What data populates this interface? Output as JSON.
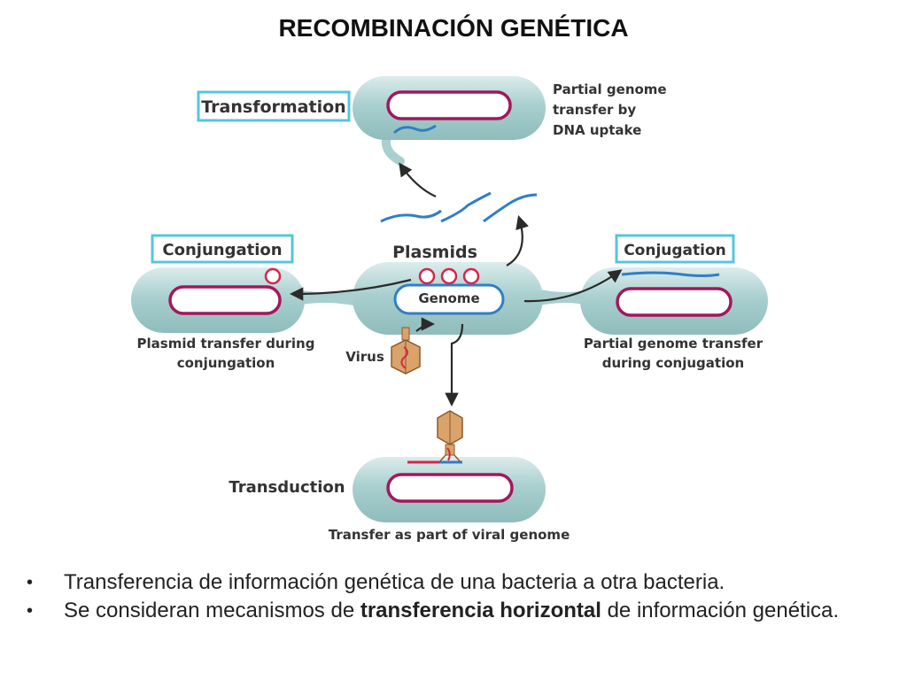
{
  "title": "RECOMBINACIÓN GENÉTICA",
  "diagram": {
    "boxes": {
      "transformation": "Transformation",
      "conjungation": "Conjungation",
      "conjugation": "Conjugation"
    },
    "labels": {
      "plasmids": "Plasmids",
      "genome": "Genome",
      "virus": "Virus",
      "transduction": "Transduction",
      "transformation_desc_1": "Partial genome",
      "transformation_desc_2": "transfer by",
      "transformation_desc_3": "DNA uptake",
      "plasmid_transfer_1": "Plasmid transfer during",
      "plasmid_transfer_2": "conjungation",
      "partial_conj_1": "Partial genome transfer",
      "partial_conj_2": "during conjugation",
      "transduction_desc": "Transfer as part of viral genome"
    },
    "colors": {
      "cell_fill": "#a9cfcf",
      "cell_inner": "#e8f2f2",
      "chromosome": "#a3175c",
      "dna": "#2f7fc4",
      "box_border": "#55c6dc",
      "plasmid": "#d6254a",
      "virus": "#d9a36a"
    }
  },
  "bullets": [
    {
      "symbol": "•",
      "text": "Transferencia de información genética de una bacteria a otra bacteria."
    },
    {
      "symbol": "•",
      "pre": "Se consideran mecanismos de ",
      "bold": "transferencia horizontal",
      "post": " de información genética."
    }
  ]
}
